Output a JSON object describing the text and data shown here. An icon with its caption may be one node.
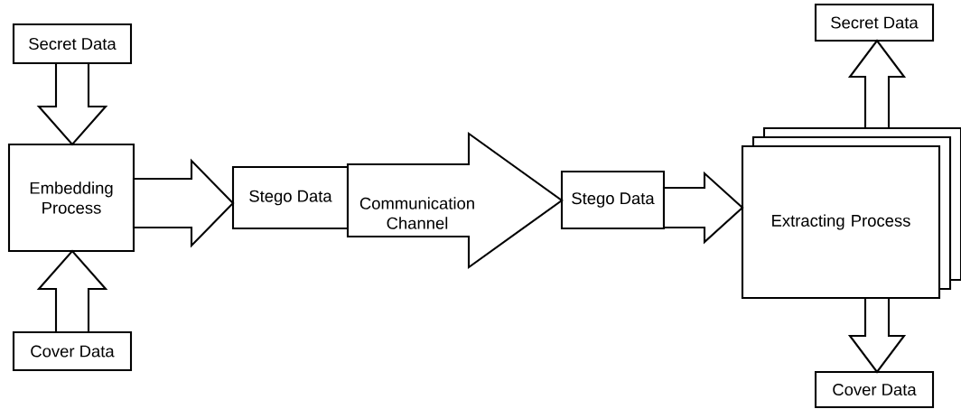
{
  "diagram": {
    "nodes": [
      {
        "text": [
          "Secret Data"
        ]
      },
      {
        "text": [
          "Embedding Process"
        ]
      },
      {
        "text": [
          "Cover Data"
        ]
      },
      {
        "text": [
          "Stego Data"
        ]
      },
      {
        "text": [
          "Stego Data"
        ]
      },
      {
        "text": [
          "Extracting Process"
        ]
      },
      {
        "text": [
          "Secret Data"
        ]
      },
      {
        "text": [
          "Cover Data"
        ]
      }
    ],
    "edges": [
      {
        "from": 0,
        "to": 1,
        "arrow": "to"
      },
      {
        "from": 2,
        "to": 1,
        "arrow": "to"
      },
      {
        "from": 1,
        "to": 3,
        "arrow": "to"
      },
      {
        "from": 3,
        "to": 4,
        "arrow": "to",
        "label": "Communication Channel"
      },
      {
        "from": 4,
        "to": 5,
        "arrow": "to"
      },
      {
        "from": 5,
        "to": 6,
        "arrow": "to"
      },
      {
        "from": 5,
        "to": 7,
        "arrow": "to"
      }
    ]
  }
}
